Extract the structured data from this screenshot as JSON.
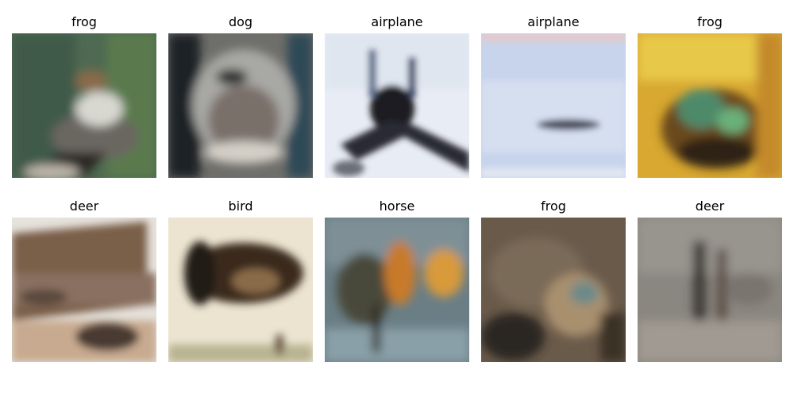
{
  "grid": {
    "tiles": [
      {
        "label": "frog",
        "image": "blurry-generated-bird-on-green-background"
      },
      {
        "label": "dog",
        "image": "blurry-generated-grey-animal-face"
      },
      {
        "label": "airplane",
        "image": "blurry-generated-dark-object-on-white-snow"
      },
      {
        "label": "airplane",
        "image": "blurry-generated-small-plane-in-pale-blue-sky"
      },
      {
        "label": "frog",
        "image": "blurry-generated-green-object-on-yellow"
      },
      {
        "label": "deer",
        "image": "blurry-generated-brown-structure-on-white"
      },
      {
        "label": "bird",
        "image": "blurry-generated-dark-brown-blob-on-cream"
      },
      {
        "label": "horse",
        "image": "blurry-generated-orange-shapes-on-blue-green"
      },
      {
        "label": "frog",
        "image": "blurry-generated-dark-brown-texture"
      },
      {
        "label": "deer",
        "image": "blurry-generated-grey-brown-vertical-figure"
      }
    ]
  }
}
